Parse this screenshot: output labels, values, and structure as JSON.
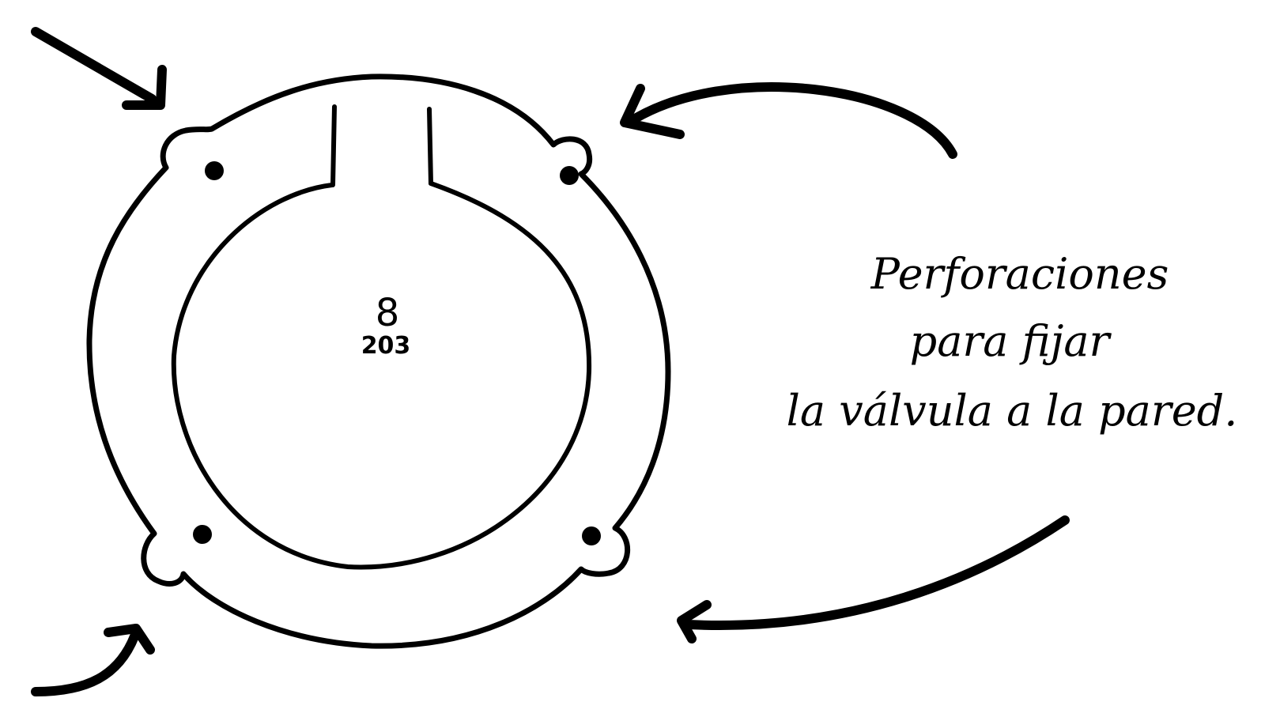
{
  "diagram": {
    "size_label": "8",
    "size_sublabel": "203",
    "annotation_lines": [
      "Perforaciones",
      "para fijar",
      "la válvula a la pared."
    ],
    "ink_color": "#000000",
    "background_color": "#ffffff"
  }
}
